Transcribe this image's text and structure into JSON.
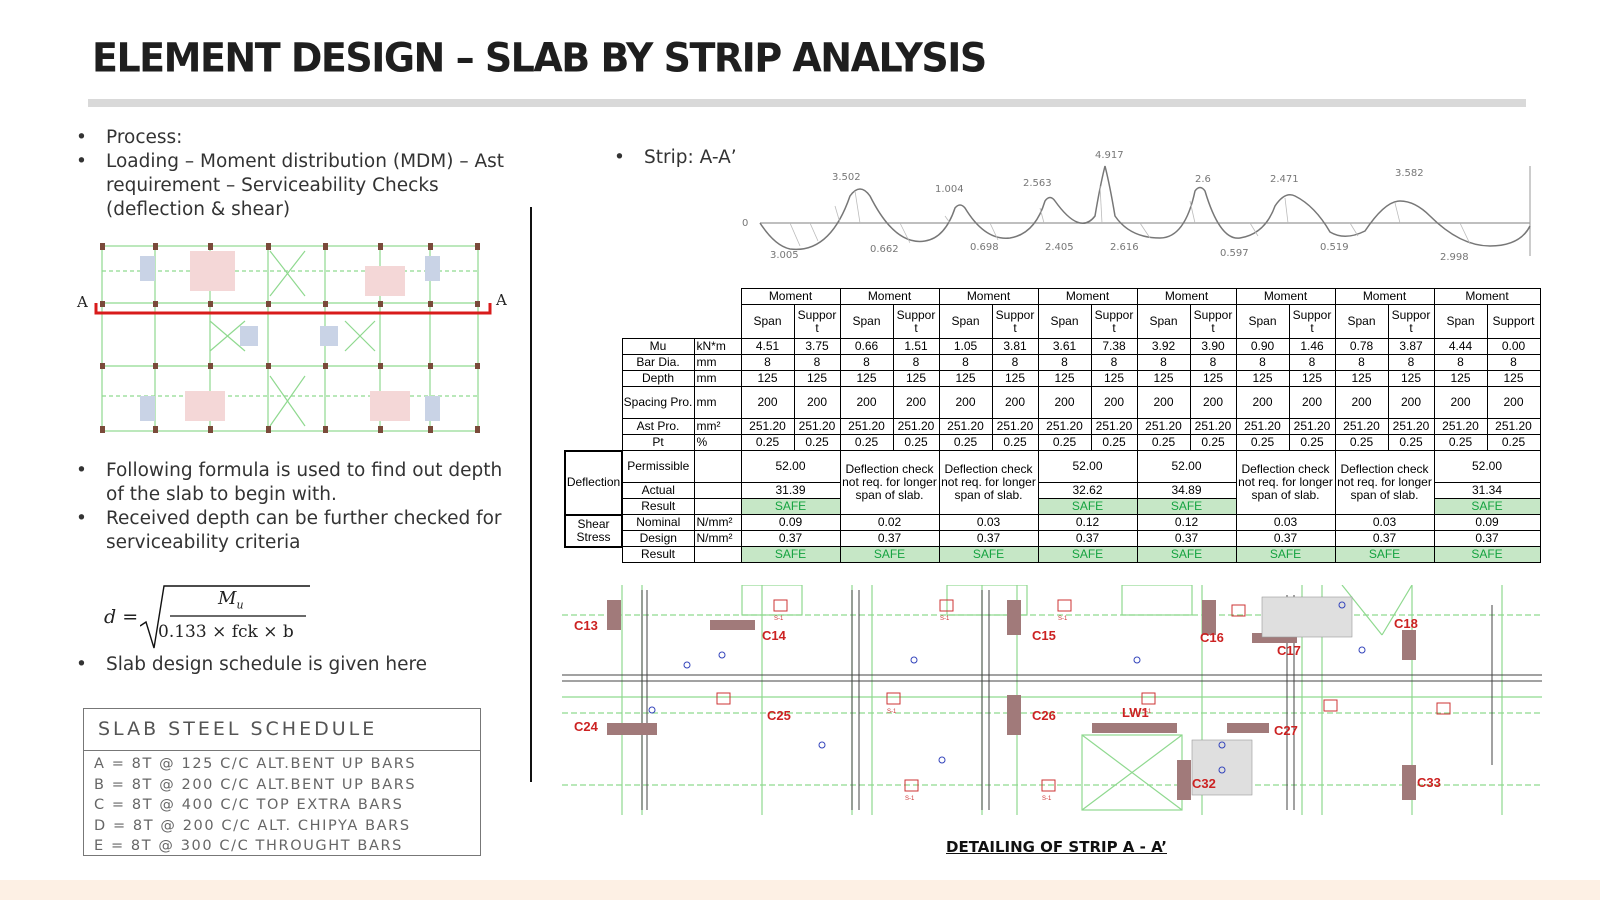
{
  "title": "ELEMENT DESIGN – SLAB BY STRIP ANALYSIS",
  "left_bullets": {
    "b1": "Process:",
    "b2": "Loading – Moment distribution (MDM) – Ast requirement – Serviceability Checks (deflection & shear)",
    "b3": "Following formula is used to find out depth of the slab to begin with.",
    "b4": "Received depth can be further checked for serviceability criteria",
    "b5": "Slab design schedule is given here"
  },
  "section_label_left": "A",
  "section_label_right": "A",
  "formula": {
    "lhs": "d =",
    "numerator": "M",
    "subscript": "u",
    "denominator": "0.133 × fck × b"
  },
  "schedule": {
    "title": "SLAB STEEL SCHEDULE",
    "rows": [
      "A = 8T @ 125 C/C ALT.BENT UP BARS",
      "B = 8T @ 200 C/C ALT.BENT UP BARS",
      "C = 8T @ 400 C/C TOP EXTRA BARS",
      "D = 8T @ 200 C/C ALT. CHIPYA BARS",
      "E = 8T @ 300 C/C THROUGHT BARS"
    ]
  },
  "strip_label": "Strip: A-A’",
  "moment_diagram_values": [
    "3.502",
    "1.004",
    "2.563",
    "4.917",
    "2.6",
    "2.471",
    "3.582",
    "3.005",
    "0.662",
    "0.698",
    "2.405",
    "2.616",
    "0.597",
    "0.519",
    "2.998",
    "0"
  ],
  "table": {
    "group_header": "Moment",
    "span": "Span",
    "support": "Suppor t",
    "support_last": "Support",
    "rows": {
      "mu": {
        "label": "Mu",
        "unit": "kN*m",
        "values": [
          "4.51",
          "3.75",
          "0.66",
          "1.51",
          "1.05",
          "3.81",
          "3.61",
          "7.38",
          "3.92",
          "3.90",
          "0.90",
          "1.46",
          "0.78",
          "3.87",
          "4.44",
          "0.00"
        ]
      },
      "bar": {
        "label": "Bar Dia.",
        "unit": "mm",
        "values": [
          "8",
          "8",
          "8",
          "8",
          "8",
          "8",
          "8",
          "8",
          "8",
          "8",
          "8",
          "8",
          "8",
          "8",
          "8",
          "8"
        ]
      },
      "depth": {
        "label": "Depth",
        "unit": "mm",
        "values": [
          "125",
          "125",
          "125",
          "125",
          "125",
          "125",
          "125",
          "125",
          "125",
          "125",
          "125",
          "125",
          "125",
          "125",
          "125",
          "125"
        ]
      },
      "spacing": {
        "label": "Spacing Pro.",
        "unit": "mm",
        "values": [
          "200",
          "200",
          "200",
          "200",
          "200",
          "200",
          "200",
          "200",
          "200",
          "200",
          "200",
          "200",
          "200",
          "200",
          "200",
          "200"
        ]
      },
      "ast": {
        "label": "Ast Pro.",
        "unit": "mm²",
        "values": [
          "251.20",
          "251.20",
          "251.20",
          "251.20",
          "251.20",
          "251.20",
          "251.20",
          "251.20",
          "251.20",
          "251.20",
          "251.20",
          "251.20",
          "251.20",
          "251.20",
          "251.20",
          "251.20"
        ]
      },
      "pt": {
        "label": "Pt",
        "unit": "%",
        "values": [
          "0.25",
          "0.25",
          "0.25",
          "0.25",
          "0.25",
          "0.25",
          "0.25",
          "0.25",
          "0.25",
          "0.25",
          "0.25",
          "0.25",
          "0.25",
          "0.25",
          "0.25",
          "0.25"
        ]
      }
    },
    "deflection": {
      "group": "Deflection",
      "permissible_label": "Permissible",
      "actual_label": "Actual",
      "result_label": "Result",
      "permissible": [
        "52.00",
        "",
        "",
        "52.00",
        "52.00",
        "",
        "",
        "52.00"
      ],
      "actual": [
        "31.39",
        "",
        "",
        "32.62",
        "34.89",
        "",
        "",
        "31.34"
      ],
      "result": [
        "SAFE",
        "",
        "",
        "SAFE",
        "SAFE",
        "",
        "",
        "SAFE"
      ],
      "not_req_text": "Deflection check not req. for longer span of slab."
    },
    "shear": {
      "group": "Shear Stress",
      "nominal_label": "Nominal",
      "design_label": "Design",
      "result_label": "Result",
      "unit": "N/mm²",
      "nominal": [
        "0.09",
        "0.02",
        "0.03",
        "0.12",
        "0.12",
        "0.03",
        "0.03",
        "0.09"
      ],
      "design": [
        "0.37",
        "0.37",
        "0.37",
        "0.37",
        "0.37",
        "0.37",
        "0.37",
        "0.37"
      ],
      "result": [
        "SAFE",
        "SAFE",
        "SAFE",
        "SAFE",
        "SAFE",
        "SAFE",
        "SAFE",
        "SAFE"
      ]
    }
  },
  "detail_columns": [
    "C13",
    "C14",
    "C15",
    "C16",
    "C17",
    "C18",
    "C24",
    "C25",
    "C26",
    "LW1",
    "C27",
    "C32",
    "C33"
  ],
  "detail_slab_marks": "S-1",
  "detail_caption": "DETAILING OF STRIP A - A’"
}
